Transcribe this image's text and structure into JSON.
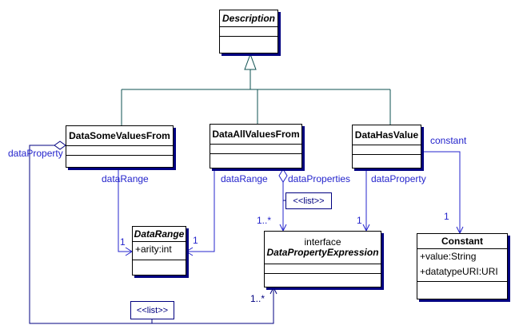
{
  "diagram": {
    "kind": "uml-class-diagram",
    "colors": {
      "class_border": "#000000",
      "class_shadow": "#000080",
      "generalization_line": "#0e5050",
      "association_line": "#2424cc",
      "aggregation_line": "#000080",
      "label_text": "#2424cc",
      "background": "#ffffff"
    }
  },
  "classes": {
    "description": {
      "name": "Description",
      "abstract": true,
      "attributes": []
    },
    "data_some": {
      "name": "DataSomeValuesFrom",
      "attributes": []
    },
    "data_all": {
      "name": "DataAllValuesFrom",
      "attributes": []
    },
    "data_has": {
      "name": "DataHasValue",
      "attributes": []
    },
    "data_range": {
      "name": "DataRange",
      "abstract": true,
      "attributes": [
        "+arity:int"
      ]
    },
    "dpe": {
      "kind_label": "interface",
      "name": "DataPropertyExpression",
      "abstract": true,
      "attributes": []
    },
    "constant": {
      "name": "Constant",
      "attributes": [
        "+value:String",
        "+datatypeURI:URI"
      ]
    }
  },
  "generalization": {
    "parent": "Description",
    "children": [
      "DataSomeValuesFrom",
      "DataAllValuesFrom",
      "DataHasValue"
    ]
  },
  "associations": [
    {
      "from": "DataSomeValuesFrom",
      "label": "dataProperty",
      "to": "DataPropertyExpression",
      "multiplicity": "1..*",
      "kind": "aggregation",
      "via": "<<list>>"
    },
    {
      "from": "DataSomeValuesFrom",
      "label": "dataRange",
      "to": "DataRange",
      "multiplicity": "1",
      "kind": "association"
    },
    {
      "from": "DataAllValuesFrom",
      "label": "dataRange",
      "to": "DataRange",
      "multiplicity": "1",
      "kind": "association"
    },
    {
      "from": "DataAllValuesFrom",
      "label": "dataProperties",
      "to": "DataPropertyExpression",
      "multiplicity": "1..*",
      "kind": "aggregation",
      "via": "<<list>>"
    },
    {
      "from": "DataHasValue",
      "label": "dataProperty",
      "to": "DataPropertyExpression",
      "multiplicity": "1",
      "kind": "association"
    },
    {
      "from": "DataHasValue",
      "label": "constant",
      "to": "Constant",
      "multiplicity": "1",
      "kind": "association"
    }
  ]
}
